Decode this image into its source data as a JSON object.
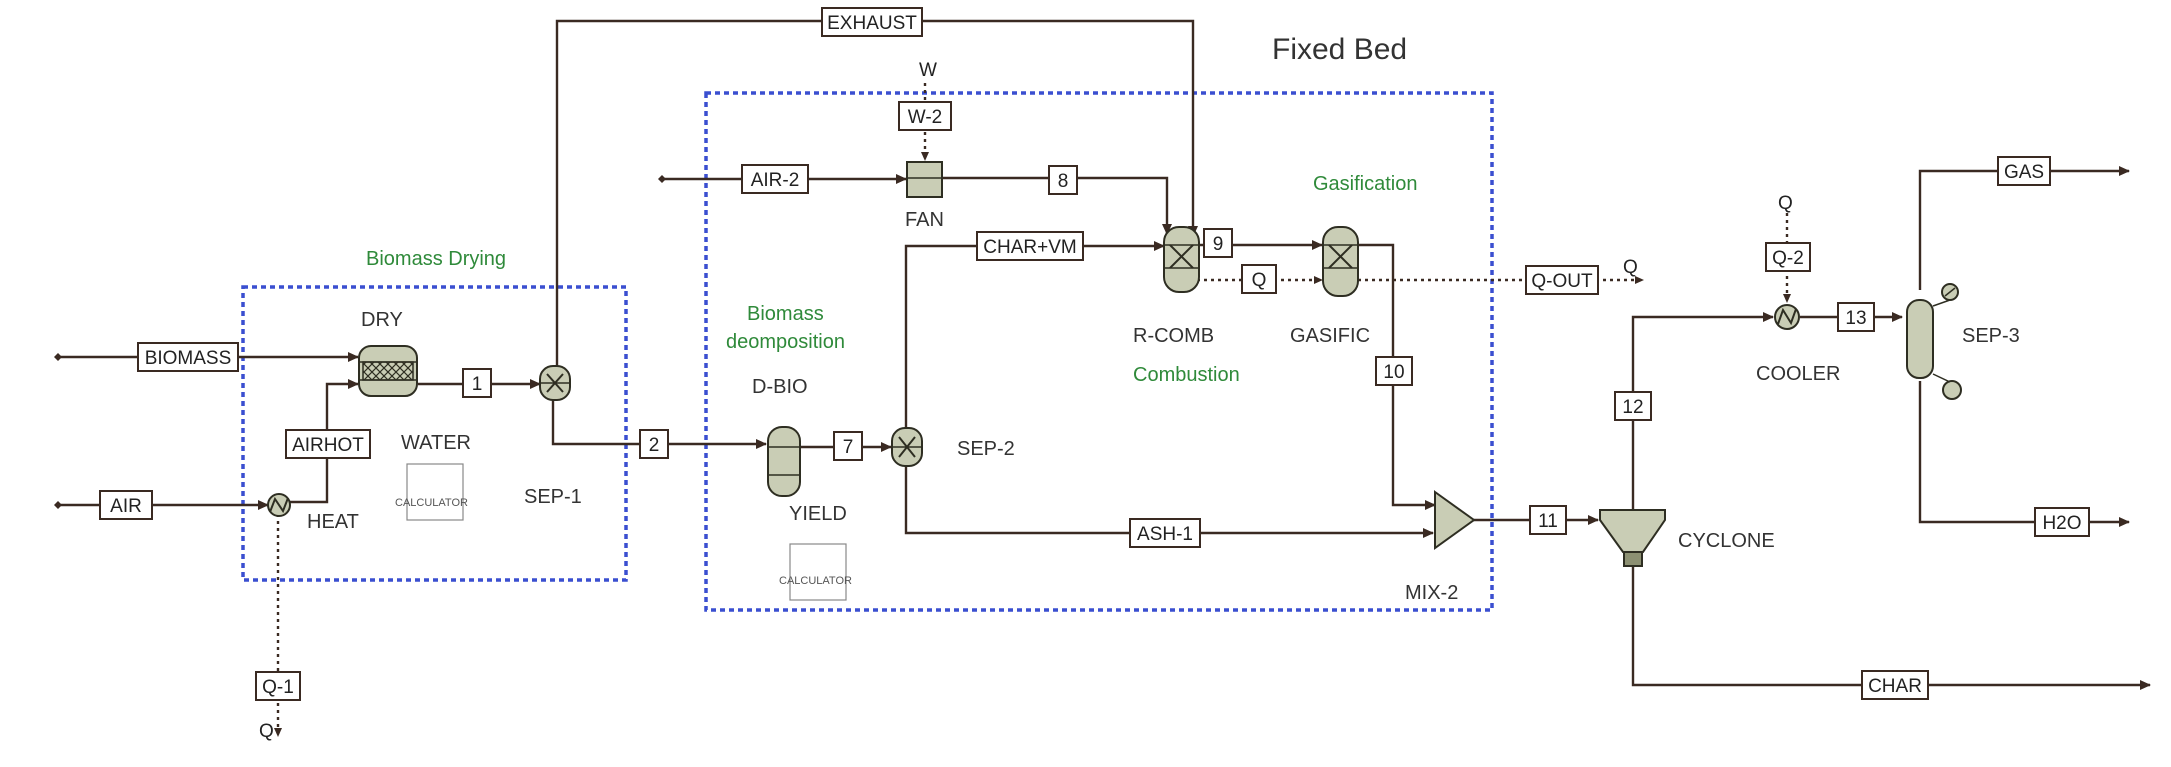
{
  "title": "Fixed Bed",
  "sections": {
    "drying": "Biomass Drying",
    "decomposition_1": "Biomass",
    "decomposition_2": "deomposition",
    "gasification": "Gasification",
    "combustion": "Combustion"
  },
  "blocks": {
    "dry": "DRY",
    "water": "WATER",
    "sep1": "SEP-1",
    "heat": "HEAT",
    "dbio": "D-BIO",
    "yield": "YIELD",
    "sep2": "SEP-2",
    "fan": "FAN",
    "rcomb": "R-COMB",
    "gasific": "GASIFIC",
    "mix2": "MIX-2",
    "cyclone": "CYCLONE",
    "cooler": "COOLER",
    "sep3": "SEP-3"
  },
  "calculators": {
    "water_calc": "CALCULATOR",
    "yield_calc": "CALCULATOR"
  },
  "streams": {
    "exhaust": "EXHAUST",
    "biomass": "BIOMASS",
    "air": "AIR",
    "airhot": "AIRHOT",
    "s1": "1",
    "s2": "2",
    "s7": "7",
    "air2": "AIR-2",
    "w2": "W-2",
    "s8": "8",
    "charvm": "CHAR+VM",
    "s9": "9",
    "q": "Q",
    "qout": "Q-OUT",
    "s10": "10",
    "ash1": "ASH-1",
    "s11": "11",
    "s12": "12",
    "q2": "Q-2",
    "s13": "13",
    "gas": "GAS",
    "h2o": "H2O",
    "char": "CHAR",
    "q1": "Q-1"
  },
  "heat_work_labels": {
    "w": "W",
    "q_qout": "Q",
    "q_cooler": "Q",
    "q_heat": "Q"
  },
  "colors": {
    "stream": "#3a2a22",
    "region_border": "#3a4fd0",
    "section_label": "#2f8a3a",
    "unit_fill": "#c9cdb5"
  }
}
